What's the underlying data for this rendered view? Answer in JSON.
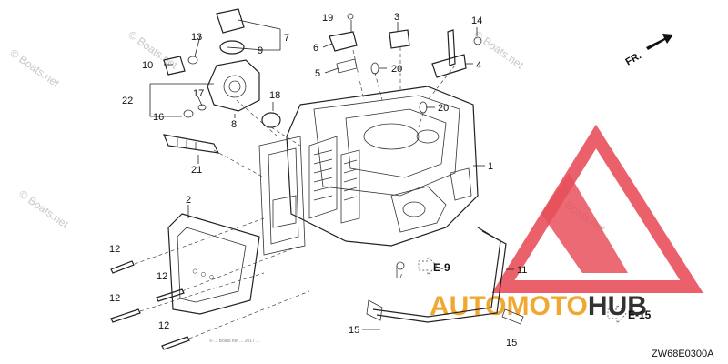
{
  "diagram": {
    "code": "ZW68E0300A",
    "fr_label": "FR.",
    "watermark": "© Boats.net",
    "copyright": "© ... Boats.net ... 2017 ...",
    "callouts": [
      {
        "id": "c1",
        "text": "1"
      },
      {
        "id": "c2",
        "text": "2"
      },
      {
        "id": "c3",
        "text": "3"
      },
      {
        "id": "c4",
        "text": "4"
      },
      {
        "id": "c5",
        "text": "5"
      },
      {
        "id": "c6",
        "text": "6"
      },
      {
        "id": "c7",
        "text": "7"
      },
      {
        "id": "c8",
        "text": "8"
      },
      {
        "id": "c9",
        "text": "9"
      },
      {
        "id": "c10",
        "text": "10"
      },
      {
        "id": "c11",
        "text": "11"
      },
      {
        "id": "c12a",
        "text": "12"
      },
      {
        "id": "c12b",
        "text": "12"
      },
      {
        "id": "c12c",
        "text": "12"
      },
      {
        "id": "c12d",
        "text": "12"
      },
      {
        "id": "c13",
        "text": "13"
      },
      {
        "id": "c14",
        "text": "14"
      },
      {
        "id": "c15a",
        "text": "15"
      },
      {
        "id": "c15b",
        "text": "15"
      },
      {
        "id": "c16",
        "text": "16"
      },
      {
        "id": "c17",
        "text": "17"
      },
      {
        "id": "c18",
        "text": "18"
      },
      {
        "id": "c19",
        "text": "19"
      },
      {
        "id": "c20a",
        "text": "20"
      },
      {
        "id": "c20b",
        "text": "20"
      },
      {
        "id": "c21",
        "text": "21"
      },
      {
        "id": "c22",
        "text": "22"
      }
    ],
    "refs": [
      {
        "id": "e9",
        "text": "E-9"
      },
      {
        "id": "e15",
        "text": "E-15"
      }
    ]
  },
  "brand": {
    "name_part1": "AUTO",
    "name_part2": "MOTO",
    "name_part3": "HUB",
    "colors": {
      "triangle": "#e8505b",
      "auto": "#f0a830",
      "hub": "#333333"
    }
  }
}
